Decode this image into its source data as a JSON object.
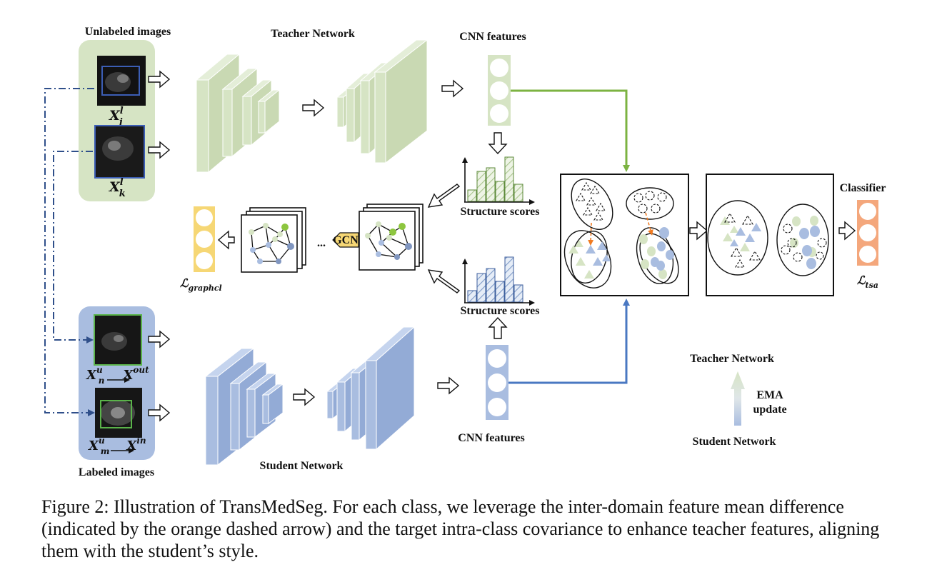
{
  "labels": {
    "unlabeled_images": "Unlabeled images",
    "labeled_images": "Labeled images",
    "teacher_network": "Teacher Network",
    "student_network": "Student Network",
    "cnn_features_top": "CNN features",
    "cnn_features_bottom": "CNN features",
    "structure_scores_top": "Structure scores",
    "structure_scores_bottom": "Structure scores",
    "gcn": "GCN",
    "ellipsis": "...",
    "classifier": "Classifier",
    "legend_teacher": "Teacher Network",
    "legend_student": "Student Network",
    "ema": "EMA",
    "update": "update"
  },
  "math": {
    "xj": {
      "base": "X",
      "sub": "j",
      "sup": "l"
    },
    "xk": {
      "base": "X",
      "sub": "k",
      "sup": "l"
    },
    "xn": {
      "base": "X",
      "sub": "n",
      "sup": "u",
      "target_base": "X",
      "target_sup": "out"
    },
    "xm": {
      "base": "X",
      "sub": "m",
      "sup": "u",
      "target_base": "X",
      "target_sup": "in"
    },
    "loss_graph": {
      "base": "ℒ",
      "sub": "graphcl"
    },
    "loss_tsa": {
      "base": "ℒ",
      "sub": "tsa"
    }
  },
  "colors": {
    "teacher_green": "#d6e4c4",
    "student_blue": "#a9bde0",
    "green_arrow": "#7cb342",
    "blue_arrow": "#4a78c2",
    "orange_dash": "#f07a20",
    "dash_line": "#2f4f8a",
    "yellow_loss": "#f6d775",
    "orange_classifier": "#f4a77c",
    "graph_green_node": "#8dc63f",
    "graph_blue_node": "#8096c0"
  },
  "caption": "Figure 2: Illustration of TransMedSeg. For each class, we leverage the inter-domain feature mean difference (indicated by the orange dashed arrow) and the target intra-class covariance to enhance teacher features, aligning them with the student’s style."
}
